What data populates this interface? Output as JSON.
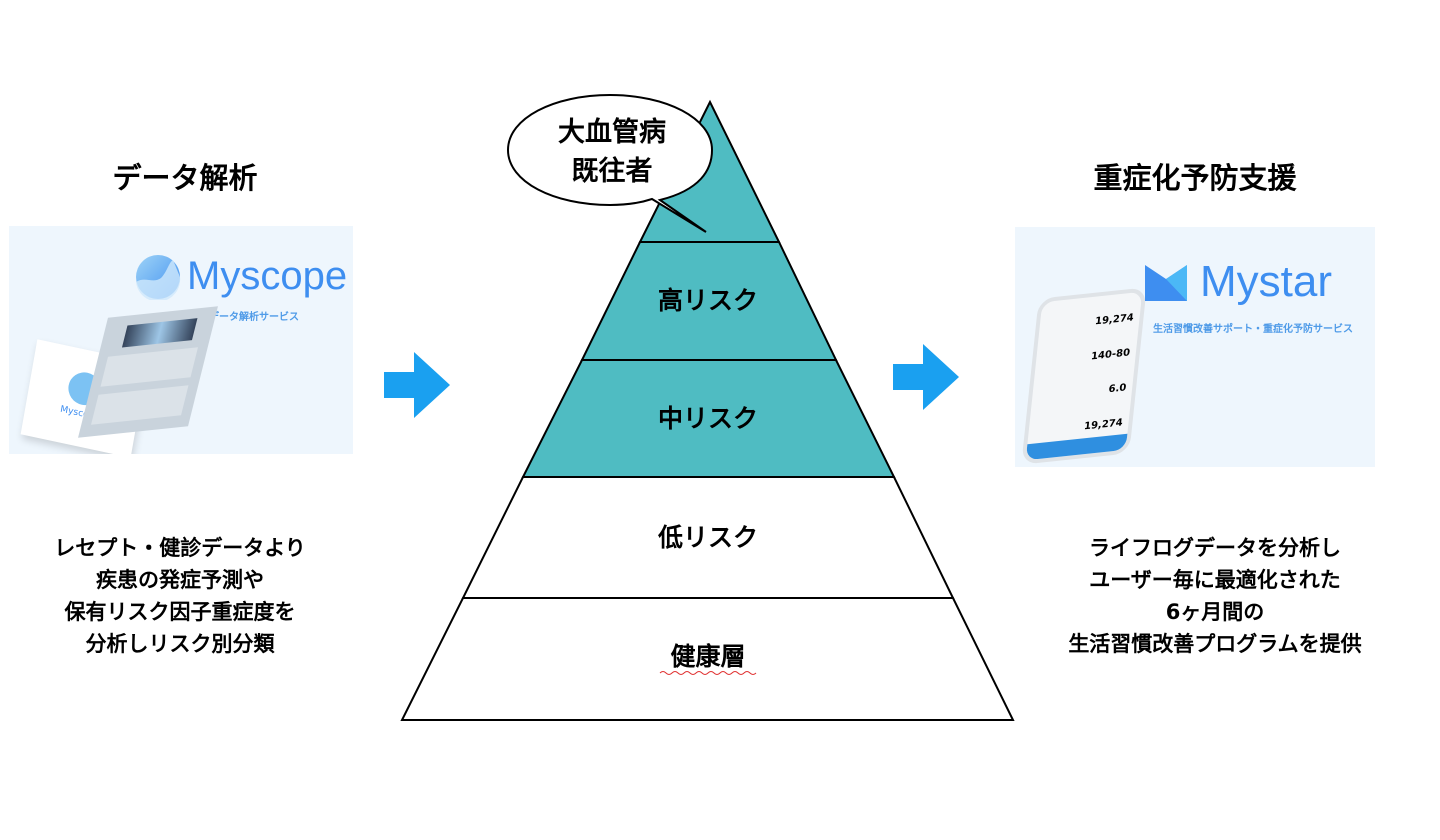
{
  "left": {
    "heading": "データ解析",
    "brand": "Myscope",
    "brand_subtitle": "医療データ解析サービス",
    "brochure_brand": "Myscope",
    "description": [
      "レセプト・健診データより",
      "疾患の発症予測や",
      "保有リスク因子重症度を",
      "分析しリスク別分類"
    ]
  },
  "pyramid": {
    "callout": [
      "大血管病",
      "既往者"
    ],
    "levels": [
      "高リスク",
      "中リスク",
      "低リスク",
      "健康層"
    ],
    "colors": {
      "risk": "#4fbcc2",
      "healthy": "#ffffff"
    }
  },
  "right": {
    "heading": "重症化予防支援",
    "brand": "Mystar",
    "brand_subtitle": "生活習慣改善サポート・重症化予防サービス",
    "phone_values": [
      "19,274",
      "140-80",
      "6.0",
      "19,274"
    ],
    "description": [
      "ライフログデータを分析し",
      "ユーザー毎に最適化された",
      "6ヶ月間の",
      "生活習慣改善プログラムを提供"
    ]
  },
  "colors": {
    "arrow": "#1aa0f0",
    "brand": "#3e8ef0"
  }
}
